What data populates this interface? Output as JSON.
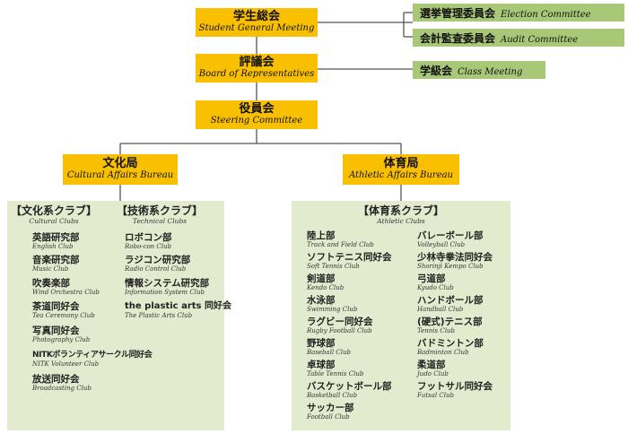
{
  "org": {
    "general_meeting": {
      "jp": "学生総会",
      "en": "Student General Meeting"
    },
    "election_committee": {
      "jp": "選挙管理委員会",
      "en": "Election Committee"
    },
    "audit_committee": {
      "jp": "会計監査委員会",
      "en": "Audit Committee"
    },
    "board": {
      "jp": "評議会",
      "en": "Board of Representatives"
    },
    "class_meeting": {
      "jp": "学級会",
      "en": "Class Meeting"
    },
    "steering": {
      "jp": "役員会",
      "en": "Steering Committee"
    },
    "cultural_bureau": {
      "jp": "文化局",
      "en": "Cultural Affairs Bureau"
    },
    "athletic_bureau": {
      "jp": "体育局",
      "en": "Athletic Affairs Bureau"
    }
  },
  "cultural_clubs": {
    "title": "【文化系クラブ】",
    "subtitle": "Cultural Clubs",
    "items": [
      {
        "jp": "英語研究部",
        "en": "English Club"
      },
      {
        "jp": "音楽研究部",
        "en": "Music Club"
      },
      {
        "jp": "吹奏楽部",
        "en": "Wind Orchestra Club"
      },
      {
        "jp": "茶道同好会",
        "en": "Tea Ceremony Club"
      },
      {
        "jp": "写真同好会",
        "en": "Photography Club"
      },
      {
        "jp": "NITKボランティアサークル同好会",
        "en": "NITK Volunteer Club"
      },
      {
        "jp": "放送同好会",
        "en": "Broadcasting Club"
      }
    ]
  },
  "technical_clubs": {
    "title": "【技術系クラブ】",
    "subtitle": "Technical Clubs",
    "items": [
      {
        "jp": "ロボコン部",
        "en": "Robo-con Club"
      },
      {
        "jp": "ラジコン研究部",
        "en": "Radio Control Club"
      },
      {
        "jp": "情報システム研究部",
        "en": "Information System Club"
      },
      {
        "jp": "the plastic arts 同好会",
        "en": "The Plastic Arts Club"
      }
    ]
  },
  "athletic_clubs": {
    "title": "【体育系クラブ】",
    "subtitle": "Athletic Clubs",
    "left": [
      {
        "jp": "陸上部",
        "en": "Track and Field Club"
      },
      {
        "jp": "ソフトテニス同好会",
        "en": "Soft Tennis Club"
      },
      {
        "jp": "剣道部",
        "en": "Kendo Club"
      },
      {
        "jp": "水泳部",
        "en": "Swimming Club"
      },
      {
        "jp": "ラグビー同好会",
        "en": "Rugby Football Club"
      },
      {
        "jp": "野球部",
        "en": "Baseball Club"
      },
      {
        "jp": "卓球部",
        "en": "Table Tennis Club"
      },
      {
        "jp": "バスケットボール部",
        "en": "Basketball Club"
      },
      {
        "jp": "サッカー部",
        "en": "Football Club"
      }
    ],
    "right": [
      {
        "jp": "バレーボール部",
        "en": "Volleyball Club"
      },
      {
        "jp": "少林寺拳法同好会",
        "en": "Shorinji Kempo Club"
      },
      {
        "jp": "弓道部",
        "en": "Kyudo Club"
      },
      {
        "jp": "ハンドボール部",
        "en": "Handball Club"
      },
      {
        "jp": "(硬式)テニス部",
        "en": "Tennis Club"
      },
      {
        "jp": "バドミントン部",
        "en": "Badminton Club"
      },
      {
        "jp": "柔道部",
        "en": "Judo Club"
      },
      {
        "jp": "フットサル同好会",
        "en": "Futsal Club"
      }
    ]
  },
  "colors": {
    "gold": "#f8c000",
    "green": "#a8c878",
    "panel": "#e3ebcf",
    "line": "#555555"
  }
}
